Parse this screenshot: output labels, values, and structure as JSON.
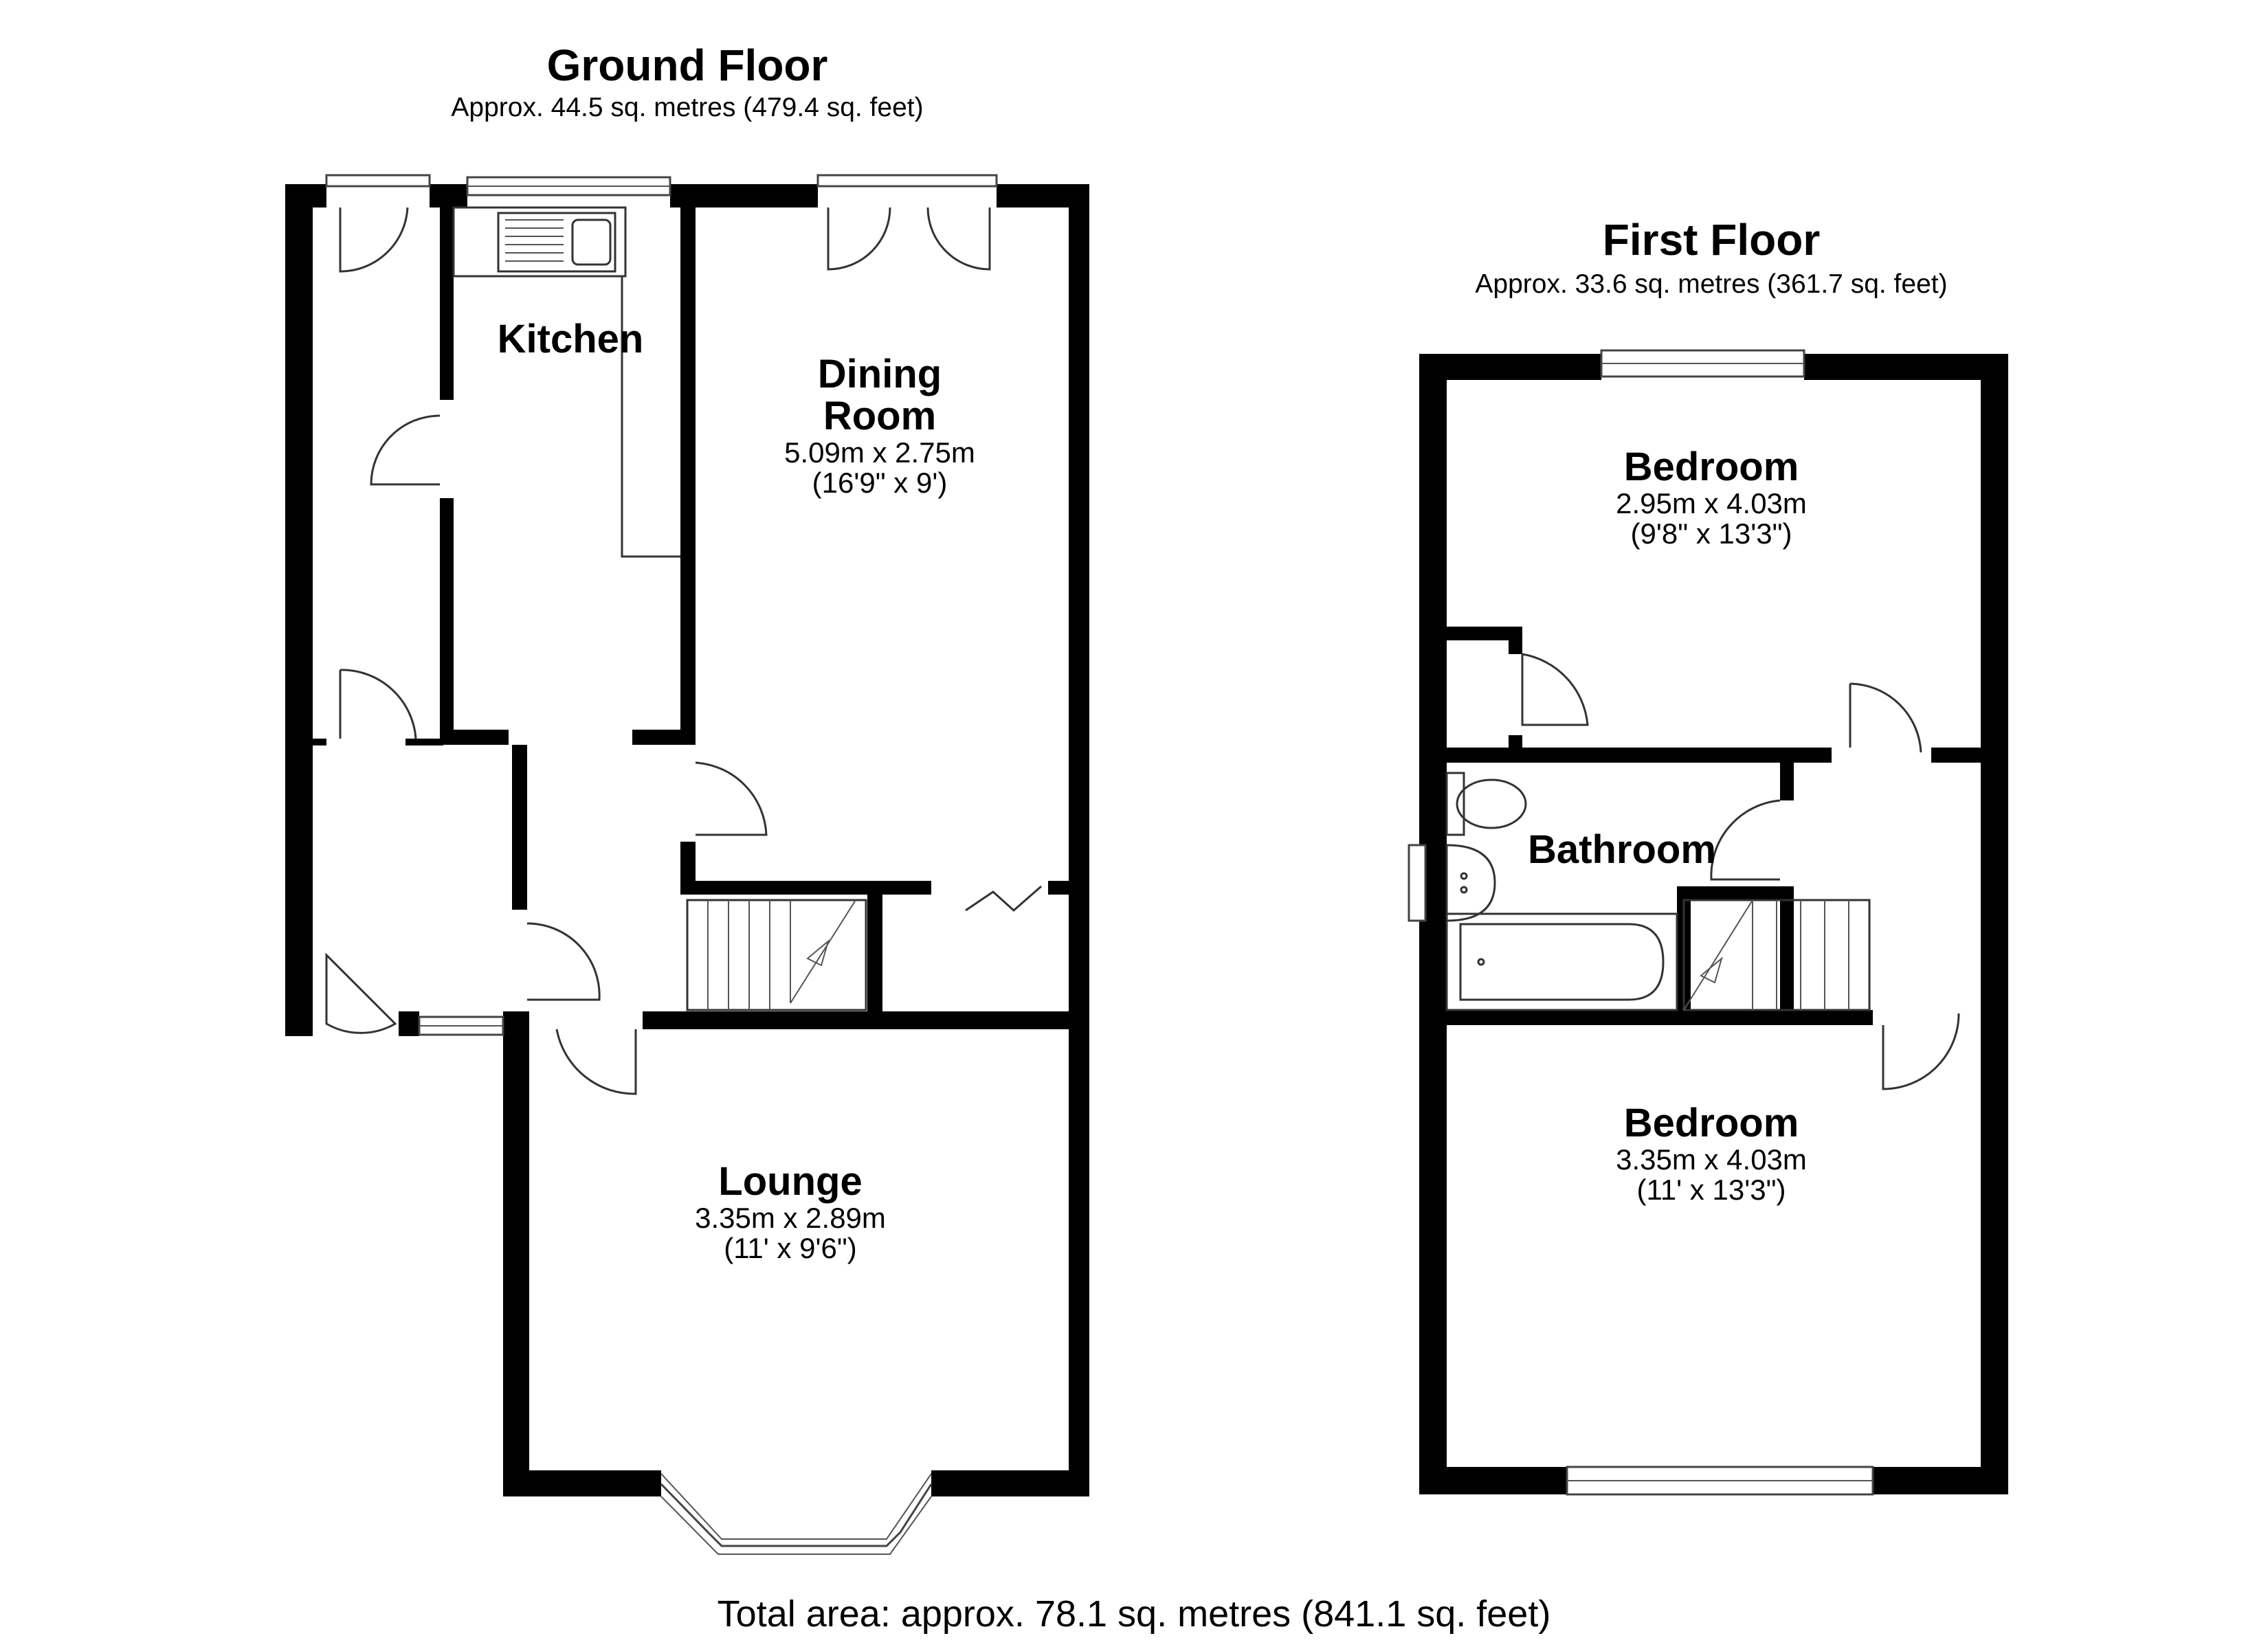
{
  "ground_floor": {
    "title": "Ground Floor",
    "area": "Approx. 44.5 sq. metres (479.4 sq. feet)",
    "rooms": [
      {
        "name": "Kitchen"
      },
      {
        "name_line1": "Dining",
        "name_line2": "Room",
        "dims": "5.09m x 2.75m",
        "dims_imperial": "(16'9\" x 9')"
      },
      {
        "name": "Lounge",
        "dims": "3.35m x 2.89m",
        "dims_imperial": "(11' x 9'6\")"
      }
    ]
  },
  "first_floor": {
    "title": "First Floor",
    "area": "Approx. 33.6 sq. metres (361.7 sq. feet)",
    "rooms": [
      {
        "name": "Bedroom",
        "dims": "2.95m x 4.03m",
        "dims_imperial": "(9'8\" x 13'3\")"
      },
      {
        "name": "Bathroom"
      },
      {
        "name": "Bedroom",
        "dims": "3.35m x 4.03m",
        "dims_imperial": "(11' x 13'3\")"
      }
    ]
  },
  "total_area": "Total area: approx. 78.1 sq. metres (841.1 sq. feet)"
}
